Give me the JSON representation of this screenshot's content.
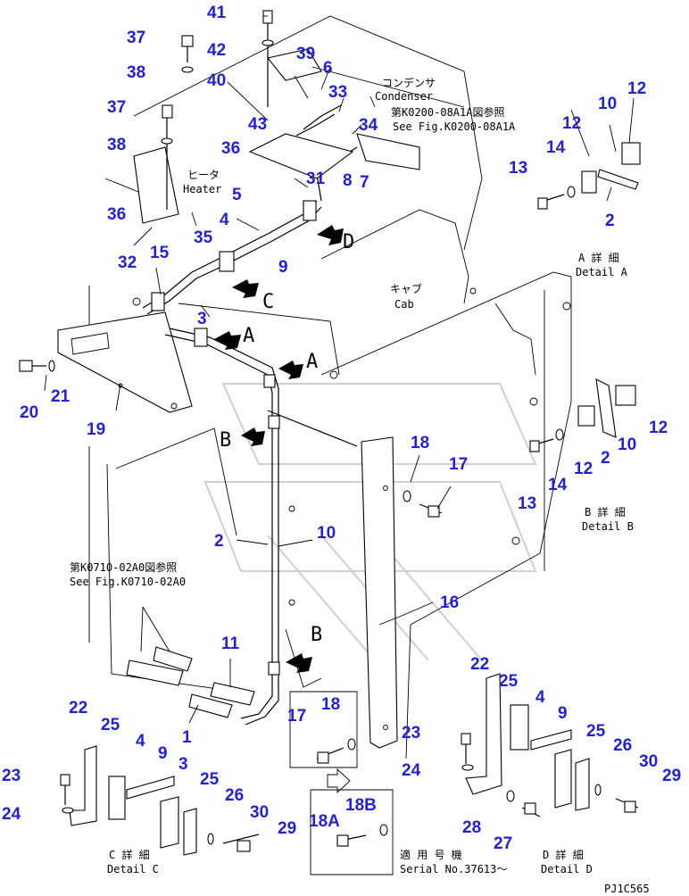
{
  "part_numbers": [
    "41",
    "37",
    "42",
    "38",
    "40",
    "39",
    "6",
    "33",
    "43",
    "37",
    "38",
    "36",
    "34",
    "8",
    "7",
    "31",
    "5",
    "36",
    "4",
    "35",
    "32",
    "15",
    "9",
    "3",
    "12",
    "10",
    "12",
    "14",
    "13",
    "2",
    "12",
    "10",
    "12",
    "2",
    "14",
    "13",
    "18",
    "17",
    "21",
    "20",
    "19",
    "2",
    "10",
    "16",
    "11",
    "1",
    "22",
    "25",
    "4",
    "9",
    "25",
    "26",
    "30",
    "29",
    "23",
    "24",
    "28",
    "27",
    "22",
    "25",
    "4",
    "9",
    "3",
    "25",
    "26",
    "30",
    "29",
    "23",
    "24",
    "17",
    "18",
    "18B",
    "18A"
  ],
  "texts": {
    "condenser_jp": "コンデンサ",
    "condenser_en": "Condenser",
    "fig_ref_top_jp": "第K0200-08A1A図参照",
    "fig_ref_top_en": "See Fig.K0200-08A1A",
    "heater_jp": "ヒータ",
    "heater_en": "Heater",
    "cab_jp": "キャブ",
    "cab_en": "Cab",
    "detail_a_jp": "A 詳 細",
    "detail_a_en": "Detail A",
    "detail_b_jp": "B 詳 細",
    "detail_b_en": "Detail B",
    "detail_c_jp": "C 詳 細",
    "detail_c_en": "Detail C",
    "detail_d_jp": "D 詳 細",
    "detail_d_en": "Detail D",
    "fig_ref_mid_jp": "第K0710-02A0図参照",
    "fig_ref_mid_en": "See Fig.K0710-02A0",
    "serial_jp": "適 用 号 機",
    "serial_en": "Serial No.37613～",
    "code": "PJ1C565",
    "view_a": "A",
    "view_b": "B",
    "view_c": "C",
    "view_d": "D"
  }
}
